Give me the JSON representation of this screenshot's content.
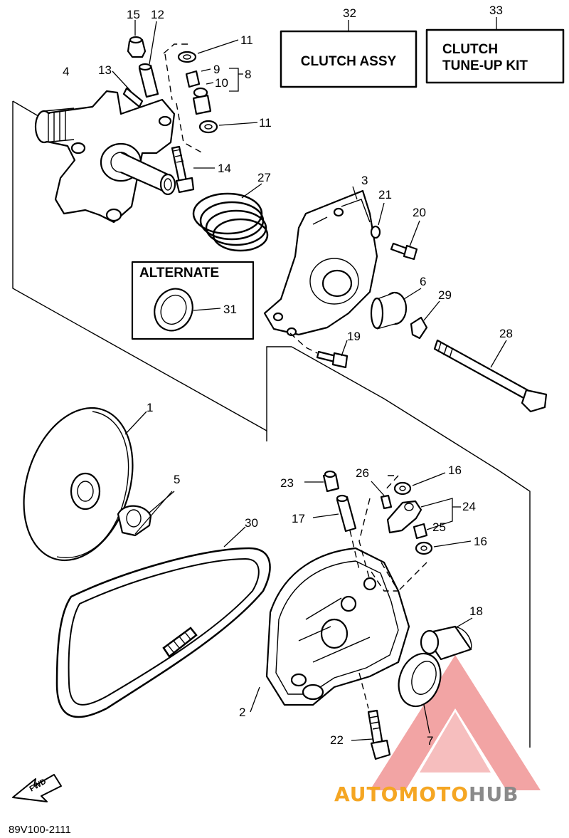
{
  "boxes": {
    "clutch_assy": "CLUTCH ASSY",
    "tune_up_line1": "CLUTCH",
    "tune_up_line2": "TUNE-UP KIT",
    "alternate": "ALTERNATE"
  },
  "labels": {
    "n1": "1",
    "n2": "2",
    "n3": "3",
    "n4": "4",
    "n5": "5",
    "n6": "6",
    "n7": "7",
    "n8": "8",
    "n9": "9",
    "n10": "10",
    "n11a": "11",
    "n11b": "11",
    "n12": "12",
    "n13": "13",
    "n14": "14",
    "n15": "15",
    "n16a": "16",
    "n16b": "16",
    "n17": "17",
    "n18": "18",
    "n19": "19",
    "n20": "20",
    "n21": "21",
    "n22": "22",
    "n23": "23",
    "n24": "24",
    "n25": "25",
    "n26": "26",
    "n27": "27",
    "n28": "28",
    "n29": "29",
    "n30": "30",
    "n31": "31",
    "n32": "32",
    "n33": "33"
  },
  "fwd": "FWD",
  "diagram_code": "89V100-2111",
  "watermark": {
    "part1": "AUTOMOTO",
    "part2": "HUB",
    "color1": "#f5a623",
    "color2": "#8a8a8a",
    "logo_color": "#e85a5a"
  }
}
